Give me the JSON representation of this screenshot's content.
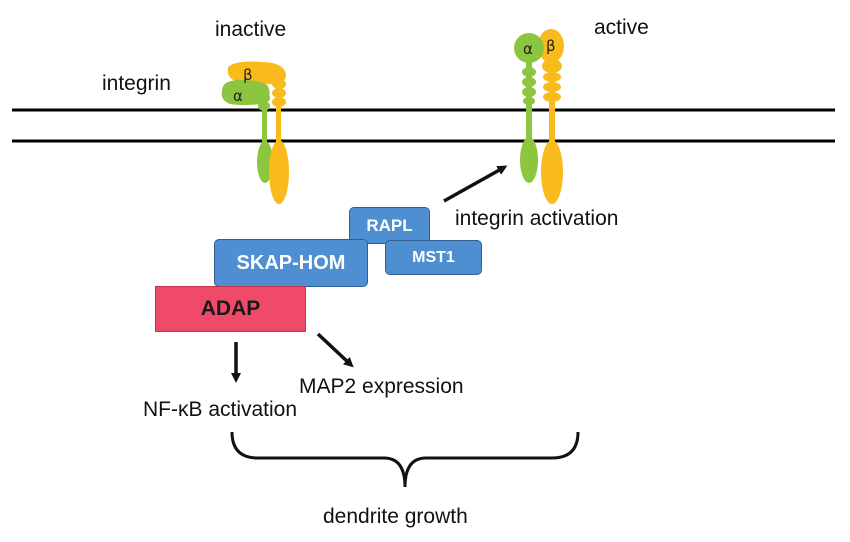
{
  "labels": {
    "inactive": "inactive",
    "active": "active",
    "integrin": "integrin",
    "integrin_activation": "integrin activation",
    "nfkb_activation": "NF-κB activation",
    "map2_expression": "MAP2 expression",
    "dendrite_growth": "dendrite growth"
  },
  "proteins": {
    "rapl": "RAPL",
    "mst1": "MST1",
    "skap_hom": "SKAP-HOM",
    "adap": "ADAP"
  },
  "subunits": {
    "alpha": "α",
    "beta": "β"
  },
  "colors": {
    "alpha_subunit": "#8cc63f",
    "beta_subunit": "#f9bb1c",
    "blue_protein": "#4f8fd1",
    "adap": "#f04a6a",
    "membrane": "#000000"
  }
}
